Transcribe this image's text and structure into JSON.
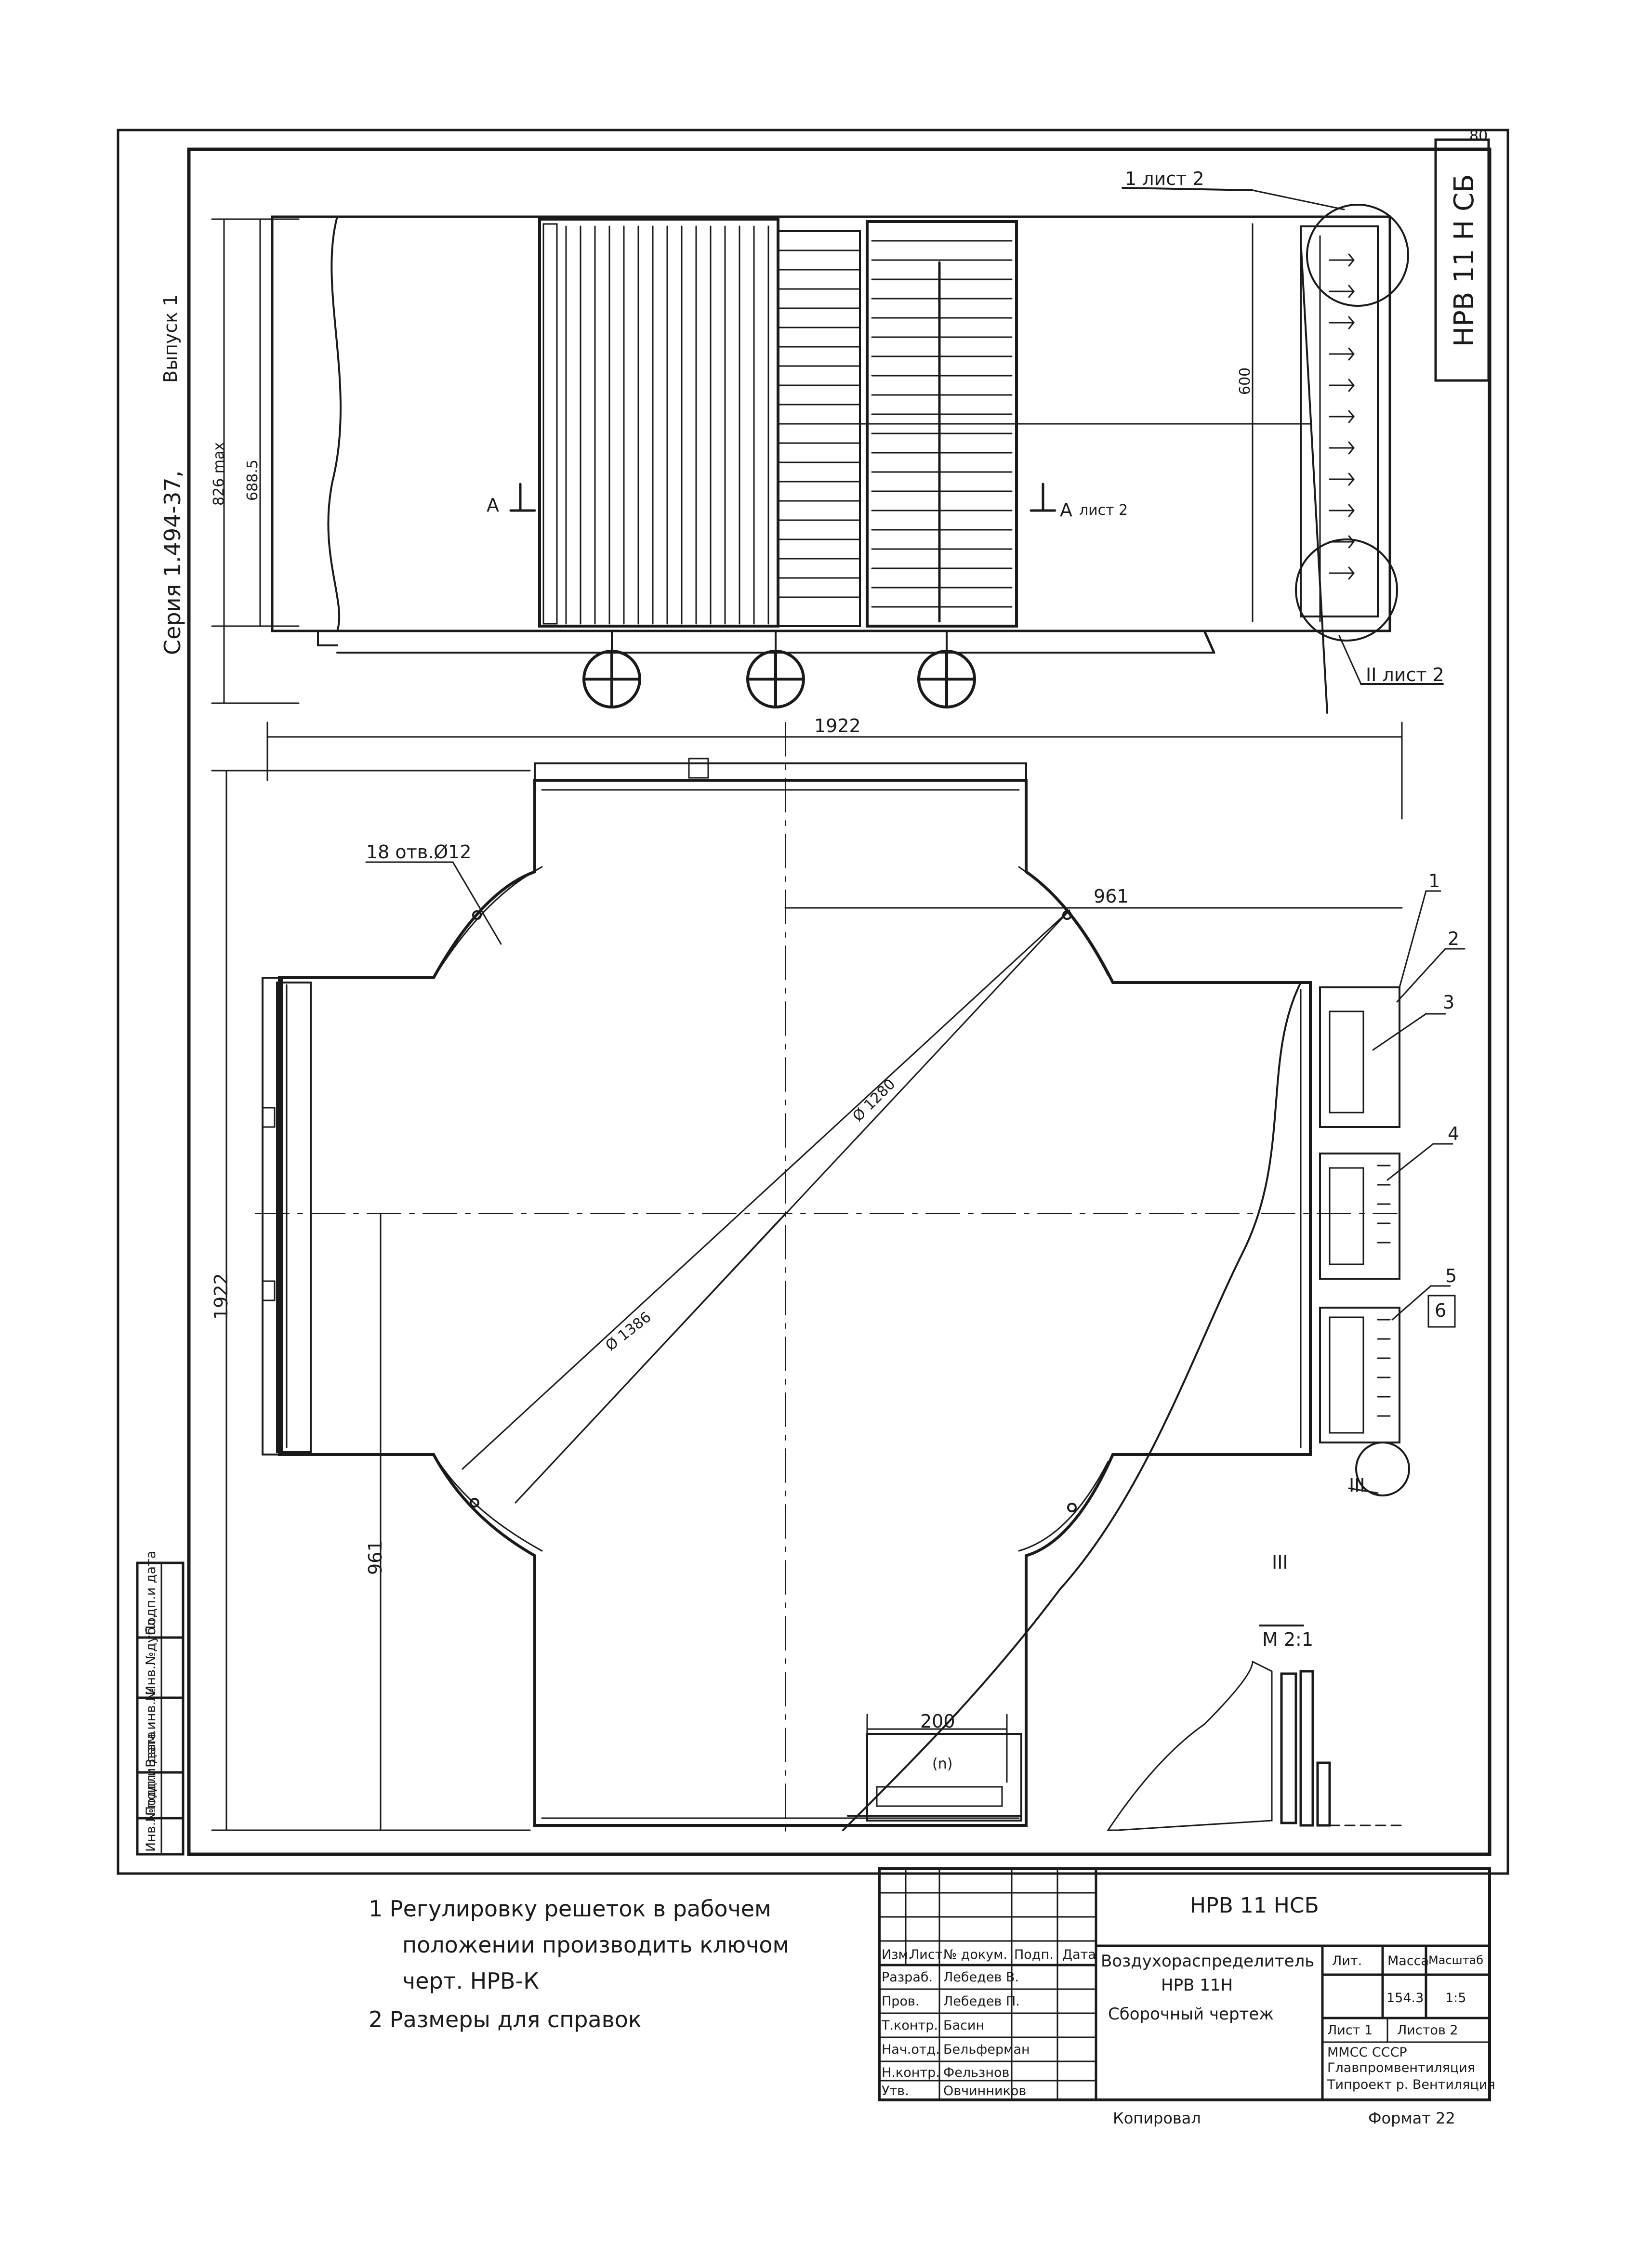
{
  "series_label": "Серия 1.494-37,",
  "issue_label": "Выпуск 1",
  "corner_code": "НРВ 11 Н СБ",
  "sheet_corner": "80",
  "callouts": {
    "list2_top": "1 лист 2",
    "list2_bottom": "II лист 2",
    "section_a_left": "А",
    "section_a_right": "А",
    "section_a_ref": "лист 2",
    "holes": "18 отв.Ø12",
    "detail_mark": "III",
    "detail_scale": "М 2:1",
    "detail_circle_label": "III"
  },
  "dimensions": {
    "height_max": "826 max",
    "height_inner": "688.5",
    "height_600": "600",
    "width_1922": "1922",
    "height_1922": "1922",
    "half_961_top": "961",
    "half_961_left": "961",
    "diag_1280": "Ø 1280",
    "diag_1386": "Ø 1386",
    "slot_200": "200",
    "bracket": "(n)"
  },
  "positions": [
    "1",
    "2",
    "3",
    "4",
    "5",
    "6"
  ],
  "notes": [
    "1  Регулировку решеток в рабочем",
    "положении производить ключом",
    "черт. НРВ-К",
    "2  Размеры для справок"
  ],
  "left_stamp": [
    "Инв.№подл.",
    "Подп.и дата",
    "Взам.инв.№",
    "Инв.№дубл.",
    "Подп.и дата"
  ],
  "title_block": {
    "drawing_code": "НРВ 11 НСБ",
    "product_name": "Воздухораспределитель",
    "product_code": "НРВ 11Н",
    "doc_type": "Сборочный чертеж",
    "col_headers": [
      "Изм.",
      "Лист",
      "№ докум.",
      "Подп.",
      "Дата"
    ],
    "roles": [
      "Разраб.",
      "Пров.",
      "Т.контр.",
      "Нач.отд.",
      "Н.контр.",
      "Утв."
    ],
    "names": [
      "Лебедев В.",
      "Лебедев П.",
      "Басин",
      "Бельферман",
      "Фельзнов",
      "Овчинников"
    ],
    "lit_header": "Лит.",
    "mass_header": "Масса",
    "scale_header": "Масштаб",
    "mass_value": "154.3",
    "scale_value": "1:5",
    "sheet_label": "Лист 1",
    "sheets_label": "Листов 2",
    "org_line1": "ММСС          СССР",
    "org_line2": "Главпромвентиляция",
    "org_line3": "Типроект р.  Вентиляция"
  },
  "footer": {
    "copied": "Копировал",
    "format": "Формат 22"
  }
}
